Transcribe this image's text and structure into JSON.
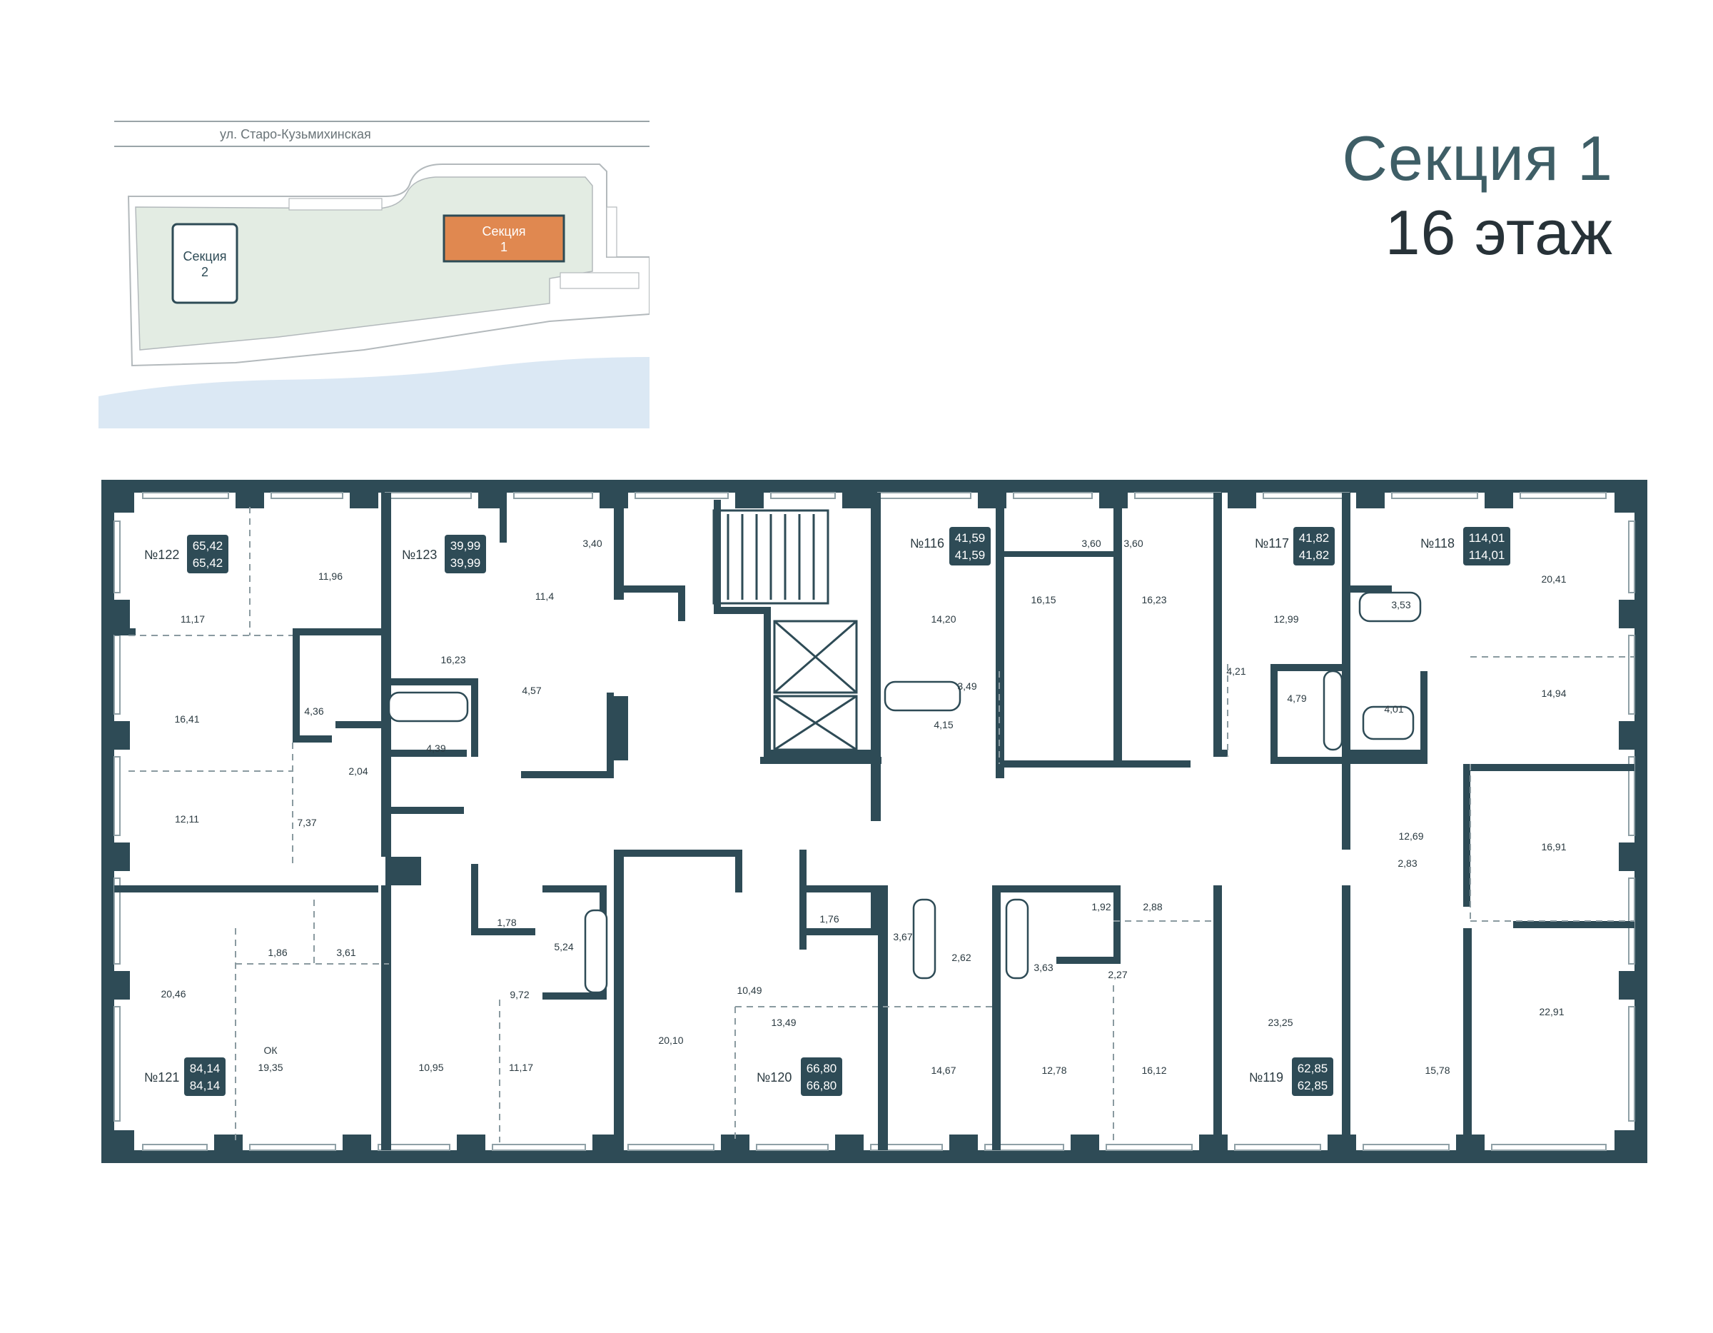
{
  "header": {
    "section_title": "Секция 1",
    "floor_title": "16 этаж"
  },
  "site_plan": {
    "street_label": "ул. Старо-Кузьмихинская",
    "section1_label": [
      "Секция",
      "1"
    ],
    "section2_label": [
      "Секция",
      "2"
    ],
    "colors": {
      "section1": "#e08850",
      "green_area": "#e3ece3",
      "water": "#dbe8f4"
    }
  },
  "floor_plan": {
    "colors": {
      "wall": "#2e4b56",
      "badge": "#2e4b56"
    },
    "apartments": [
      {
        "number": "№122",
        "area_total": "65,42",
        "area_living": "65,42"
      },
      {
        "number": "№123",
        "area_total": "39,99",
        "area_living": "39,99"
      },
      {
        "number": "№116",
        "area_total": "41,59",
        "area_living": "41,59"
      },
      {
        "number": "№117",
        "area_total": "41,82",
        "area_living": "41,82"
      },
      {
        "number": "№118",
        "area_total": "114,01",
        "area_living": "114,01"
      },
      {
        "number": "№121",
        "area_total": "84,14",
        "area_living": "84,14"
      },
      {
        "number": "№120",
        "area_total": "66,80",
        "area_living": "66,80"
      },
      {
        "number": "№119",
        "area_total": "62,85",
        "area_living": "62,85"
      }
    ],
    "room_areas": [
      "11,96",
      "11,17",
      "16,41",
      "4,36",
      "2,04",
      "12,11",
      "7,37",
      "16,23",
      "11,4",
      "3,40",
      "4,57",
      "4,39",
      "14,20",
      "3,49",
      "4,15",
      "16,15",
      "3,60",
      "3,60",
      "16,23",
      "12,99",
      "4,21",
      "4,79",
      "4,01",
      "3,53",
      "20,41",
      "14,94",
      "12,69",
      "2,83",
      "16,91",
      "1,86",
      "3,61",
      "20,46",
      "ОК",
      "19,35",
      "10,95",
      "11,17",
      "9,72",
      "1,78",
      "5,24",
      "20,10",
      "10,49",
      "13,49",
      "1,76",
      "3,67",
      "2,62",
      "14,67",
      "3,63",
      "1,92",
      "2,88",
      "2,27",
      "12,78",
      "16,12",
      "23,25",
      "22,91",
      "15,78"
    ]
  }
}
